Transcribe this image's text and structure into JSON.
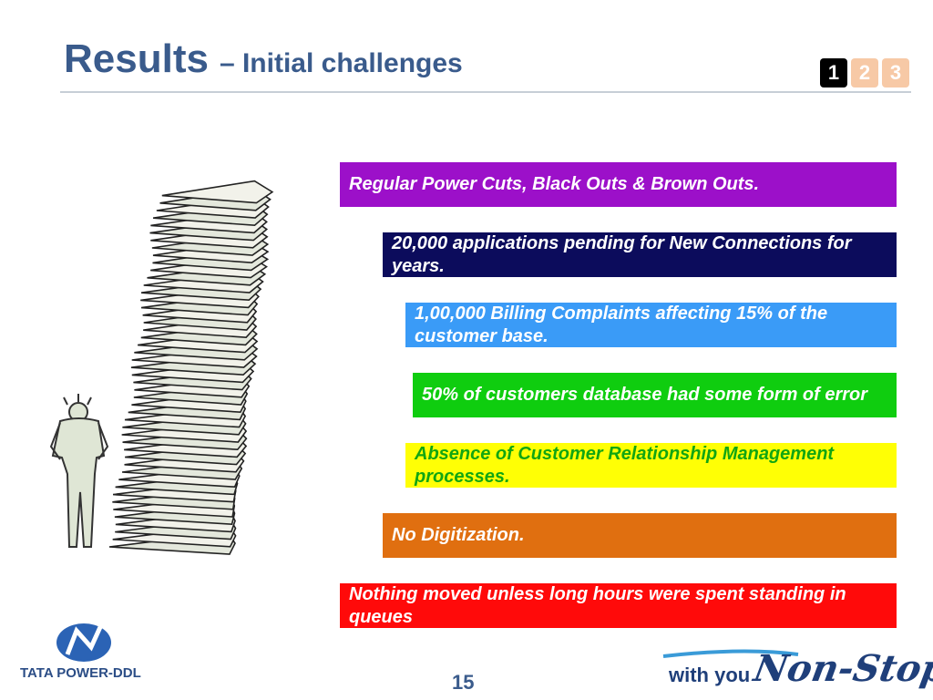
{
  "header": {
    "title_main": "Results",
    "title_sub": "– Initial challenges",
    "steps": [
      "1",
      "2",
      "3"
    ]
  },
  "challenges": [
    {
      "text": "Regular Power Cuts, Black Outs & Brown Outs.",
      "bg": "#9c10c9",
      "fg": "#ffffff"
    },
    {
      "text": "20,000 applications pending for New Connections for years.",
      "bg": "#0c0c5c",
      "fg": "#ffffff"
    },
    {
      "text": "1,00,000 Billing Complaints affecting 15% of the customer base.",
      "bg": "#3a9bf7",
      "fg": "#ffffff"
    },
    {
      "text": "50% of customers database had some form of error",
      "bg": "#0fcd0f",
      "fg": "#ffffff"
    },
    {
      "text": "Absence of Customer Relationship Management processes.",
      "bg": "#ffff05",
      "fg": "#12a612"
    },
    {
      "text": "No Digitization.",
      "bg": "#e06f10",
      "fg": "#ffffff"
    },
    {
      "text": "Nothing moved unless long hours were spent standing in queues",
      "bg": "#ff0a0a",
      "fg": "#ffffff"
    }
  ],
  "footer": {
    "logo_text": "TATA POWER-DDL",
    "page_number": "15",
    "tagline_prefix": "with you",
    "tagline_brand": "Non-Stop"
  }
}
